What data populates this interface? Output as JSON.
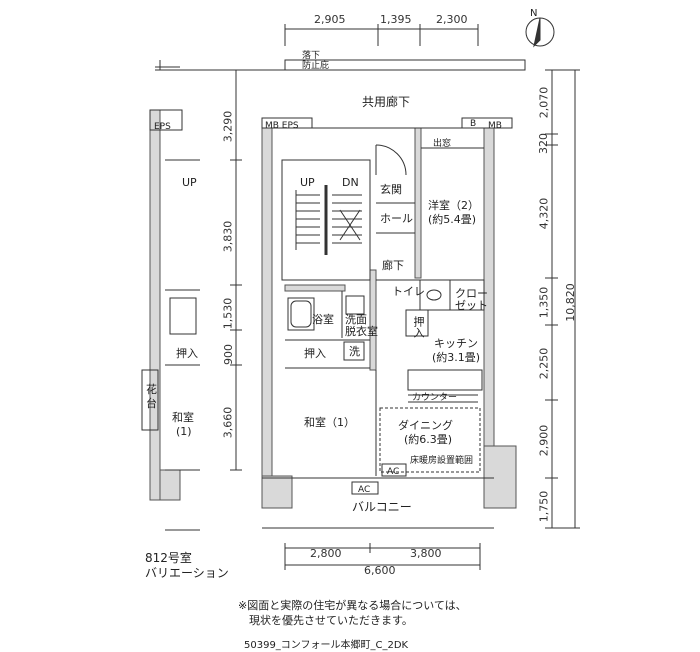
{
  "plan": {
    "top_dimensions": [
      "2,905",
      "1,395",
      "2,300"
    ],
    "bottom_dimensions": [
      "2,800",
      "3,800"
    ],
    "bottom_total": "6,600",
    "left_dimensions": [
      "3,290",
      "3,830",
      "1,530",
      "900",
      "3,660"
    ],
    "right_dimensions": [
      "2,070",
      "320",
      "4,320",
      "1,350",
      "2,250",
      "2,900",
      "1,750"
    ],
    "right_total": "10,820",
    "corridor": "共用廊下",
    "fall_protection": [
      "落下",
      "防止庇"
    ],
    "eps_left": "EPS",
    "mb_eps": "MB EPS",
    "b_label": "B",
    "mb": "MB",
    "bay_window": "出窓",
    "stair_up": "UP",
    "stair_dn": "DN",
    "entrance": "玄関",
    "hall": "ホール",
    "hallway": "廊下",
    "western_room": "洋室（2）",
    "western_room_size": "(約5.4畳)",
    "toilet": "トイレ",
    "closet": [
      "クロー",
      "ゼット"
    ],
    "bath": "浴室",
    "washroom": [
      "洗面",
      "脱衣室"
    ],
    "storage_oshi": "押入",
    "wash_machine": "洗",
    "kitchen": "キッチン",
    "kitchen_size": "(約3.1畳)",
    "counter": "カウンター",
    "japanese_room": "和室（1）",
    "dining": "ダイニング",
    "dining_size": "(約6.3畳)",
    "floor_heating": "床暖房設置範囲",
    "ac": "AC",
    "balcony": "バルコニー",
    "neighbor_oshi": "押入",
    "neighbor_kadai": [
      "花",
      "台"
    ],
    "neighbor_room": [
      "和室",
      "(1)"
    ],
    "north": "N"
  },
  "caption": {
    "unit": "812号室",
    "variation": "バリエーション"
  },
  "notes": [
    "※図面と実際の住宅が異なる場合については、",
    "　現状を優先させていただきます。"
  ],
  "footer": "50399_コンフォール本郷町_C_2DK",
  "colors": {
    "line": "#333333",
    "wall": "#555555",
    "wall_fill": "#d9d9d9"
  }
}
